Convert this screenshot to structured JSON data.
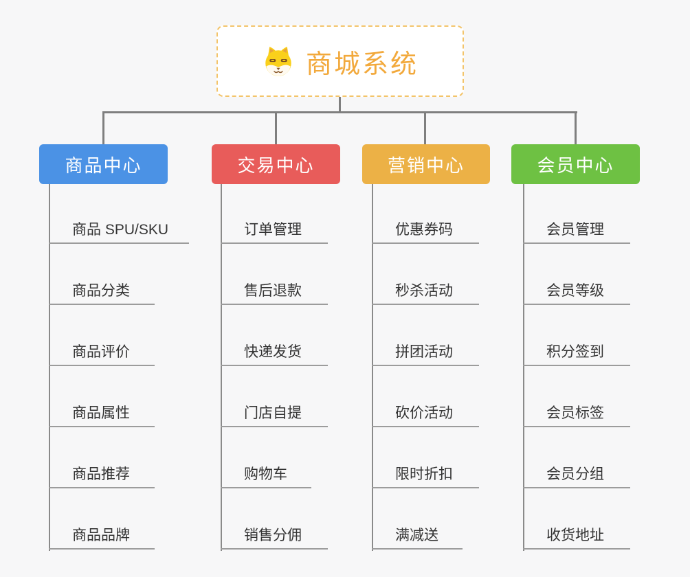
{
  "root": {
    "title": "商城系统",
    "icon": "dog-face-icon",
    "title_color": "#f2a93c",
    "border_color": "#f3c46a"
  },
  "connector_color": "#7f7f7f",
  "branches": [
    {
      "label": "商品中心",
      "color": "#4b92e5",
      "items": [
        "商品 SPU/SKU",
        "商品分类",
        "商品评价",
        "商品属性",
        "商品推荐",
        "商品品牌"
      ]
    },
    {
      "label": "交易中心",
      "color": "#e85c5a",
      "items": [
        "订单管理",
        "售后退款",
        "快递发货",
        "门店自提",
        "购物车",
        "销售分佣"
      ]
    },
    {
      "label": "营销中心",
      "color": "#ecb146",
      "items": [
        "优惠券码",
        "秒杀活动",
        "拼团活动",
        "砍价活动",
        "限时折扣",
        "满减送"
      ]
    },
    {
      "label": "会员中心",
      "color": "#6ec143",
      "items": [
        "会员管理",
        "会员等级",
        "积分签到",
        "会员标签",
        "会员分组",
        "收货地址"
      ]
    }
  ]
}
